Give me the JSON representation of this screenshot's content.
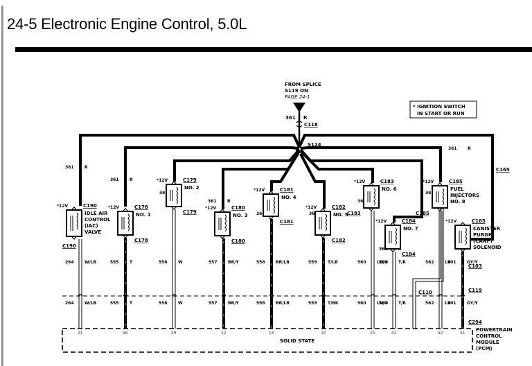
{
  "page": {
    "title": "24-5 Electronic Engine Control, 5.0L"
  },
  "source": {
    "line1": "FROM SPLICE",
    "line2": "S119 ON",
    "line3": "PAGE 24-1",
    "circuit": "361",
    "color": "R",
    "connector": "C118",
    "splice": "S124"
  },
  "note": {
    "line1": "* IGNITION SWITCH",
    "line2": "IN START OR RUN"
  },
  "feed": {
    "circuit": "361",
    "color": "R",
    "voltage": "*12V"
  },
  "components": [
    {
      "id": "iac",
      "label_lines": [
        "IDLE AIR",
        "CONTROL",
        "(IAC)",
        "VALVE"
      ],
      "conn_top": "C190",
      "conn_bottom": "C190",
      "circuit": "264",
      "color": "W/LB",
      "pcm_circuit": "264",
      "pcm_color": "W/LB",
      "pin": "21"
    },
    {
      "id": "inj1",
      "label_lines": [
        "NO. 1"
      ],
      "conn_top": "C178",
      "conn_bottom": "C178",
      "circuit": "555",
      "color": "T",
      "pcm_circuit": "555",
      "pcm_color": "T",
      "pin": "58"
    },
    {
      "id": "inj2",
      "label_lines": [
        "NO. 2"
      ],
      "conn_top": "C179",
      "conn_bottom": "C179",
      "circuit": "556",
      "color": "W",
      "pcm_circuit": "556",
      "pcm_color": "W",
      "pin": "59"
    },
    {
      "id": "inj3",
      "label_lines": [
        "NO. 3"
      ],
      "conn_top": "C180",
      "conn_bottom": "C180",
      "circuit": "557",
      "color": "BR/Y",
      "pcm_circuit": "557",
      "pcm_color": "BR/Y",
      "pin": "12"
    },
    {
      "id": "inj4",
      "label_lines": [
        "NO. 4"
      ],
      "conn_top": "C181",
      "conn_bottom": "C181",
      "circuit": "558",
      "color": "BR/LB",
      "pcm_circuit": "558",
      "pcm_color": "BR/LB",
      "pin": "13"
    },
    {
      "id": "inj5",
      "label_lines": [
        "NO. 5"
      ],
      "conn_top": "C182",
      "conn_bottom": "C182",
      "circuit": "559",
      "color": "T/LB",
      "pcm_circuit": "559",
      "pcm_color": "T/BK",
      "pin": "14"
    },
    {
      "id": "inj6",
      "label_lines": [
        "NO. 6"
      ],
      "conn_top": "C183",
      "conn_bottom": "C183",
      "circuit": "560",
      "color": "LG/O",
      "pcm_circuit": "560",
      "pcm_color": "LG/O",
      "pin": "15"
    },
    {
      "id": "inj7",
      "label_lines": [
        "NO. 7"
      ],
      "conn_top": "C184",
      "conn_bottom": "C184",
      "circuit": "561",
      "color": "T/R",
      "pcm_circuit": "561",
      "pcm_color": "T/R",
      "pin": "42"
    },
    {
      "id": "inj8",
      "label_lines": [
        "FUEL",
        "INJECTORS",
        "NO. 8"
      ],
      "conn_top": "C185",
      "conn_bottom": "C185",
      "circuit": "562",
      "color": "LB",
      "pcm_circuit": "562",
      "pcm_color": "LB",
      "pin": "52",
      "extra_connector": "C110"
    },
    {
      "id": "canp",
      "label_lines": [
        "CANISTER",
        "PURGE",
        "(CANP)",
        "SOLENOID"
      ],
      "conn_top": "C165",
      "conn_mid": "C103",
      "conn_mid2": "C119",
      "conn_bottom": "C294",
      "circuit": "101",
      "color": "GY/Y",
      "pcm_circuit": "101",
      "pcm_color": "GY/Y",
      "pin": "51"
    }
  ],
  "pcm": {
    "body_label": "SOLID STATE",
    "name_lines": [
      "POWERTRAIN",
      "CONTROL",
      "MODULE",
      "(PCM)"
    ]
  }
}
